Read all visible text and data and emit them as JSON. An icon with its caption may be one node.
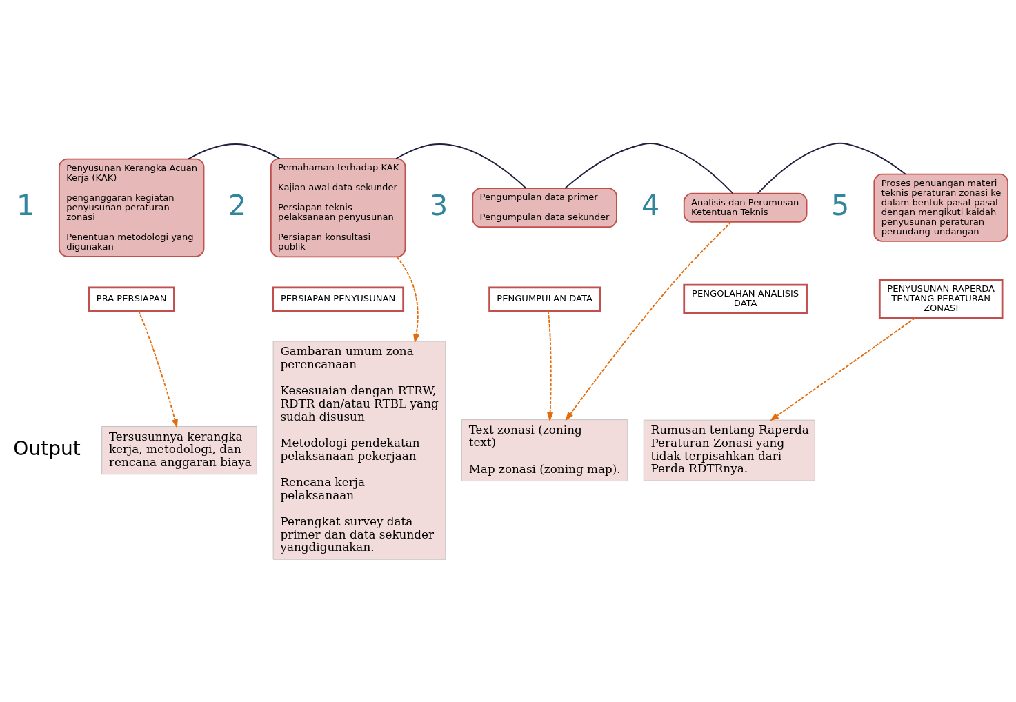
{
  "diagram": {
    "nodes": [
      {
        "text": [
          "Penyusunan Kerangka Acuan Kerja (KAK)",
          "penganggaran kegiatan penyusunan peraturan zonasi",
          "Penentuan metodologi yang digunakan"
        ]
      },
      {
        "text": [
          "PRA PERSIAPAN"
        ]
      },
      {
        "text": [
          "Pemahaman terhadap KAK",
          "Kajian awal data sekunder",
          "Persiapan teknis pelaksanaan penyusunan",
          "Persiapan konsultasi publik"
        ]
      },
      {
        "text": [
          "PERSIAPAN PENYUSUNAN"
        ]
      },
      {
        "text": [
          "Pengumpulan data primer",
          "Pengumpulan data sekunder"
        ]
      },
      {
        "text": [
          "PENGUMPULAN DATA"
        ]
      },
      {
        "text": [
          "Analisis dan Perumusan Ketentuan Teknis"
        ]
      },
      {
        "text": [
          "PENGOLAHAN ANALISIS DATA"
        ]
      },
      {
        "text": [
          "Proses penuangan materi teknis peraturan zonasi ke dalam bentuk pasal-pasal dengan mengikuti kaidah penyusunan peraturan perundang-undangan"
        ]
      },
      {
        "text": [
          "PENYUSUNAN RAPERDA TENTANG PERATURAN ZONASI"
        ]
      },
      {
        "text": [
          "Tersusunnya kerangka kerja, metodologi, dan rencana anggaran biaya"
        ]
      },
      {
        "text": [
          "Gambaran umum zona perencanaan",
          "Kesesuaian dengan RTRW, RDTR dan/atau RTBL yang sudah disusun",
          "Metodologi pendekatan pelaksanaan pekerjaan",
          "Rencana kerja pelaksanaan",
          "Perangkat survey data primer dan data sekunder yangdigunakan."
        ]
      },
      {
        "text": [
          "Text zonasi (zoning text)",
          "Map zonasi (zoning map)."
        ]
      },
      {
        "text": [
          "Rumusan tentang Raperda Peraturan Zonasi yang tidak terpisahkan dari Perda RDTRnya."
        ]
      }
    ],
    "edges": [
      {
        "from": 0,
        "to": 2,
        "arrow": "none",
        "color": "#1f1f3f"
      },
      {
        "from": 2,
        "to": 4,
        "arrow": "none",
        "color": "#1f1f3f"
      },
      {
        "from": 4,
        "to": 6,
        "arrow": "none",
        "color": "#1f1f3f"
      },
      {
        "from": 6,
        "to": 8,
        "arrow": "none",
        "color": "#1f1f3f"
      },
      {
        "from": 1,
        "to": 10,
        "arrow": "to",
        "style": "dashed",
        "color": "#e46c0a"
      },
      {
        "from": 2,
        "to": 11,
        "arrow": "to",
        "style": "dashed",
        "color": "#e46c0a"
      },
      {
        "from": 5,
        "to": 12,
        "arrow": "to",
        "style": "dashed",
        "color": "#e46c0a"
      },
      {
        "from": 6,
        "to": 12,
        "arrow": "to",
        "style": "dashed",
        "color": "#e46c0a"
      },
      {
        "from": 9,
        "to": 13,
        "arrow": "to",
        "style": "dashed",
        "color": "#e46c0a"
      }
    ],
    "labels": [
      "1",
      "2",
      "3",
      "4",
      "5",
      "Output"
    ]
  }
}
